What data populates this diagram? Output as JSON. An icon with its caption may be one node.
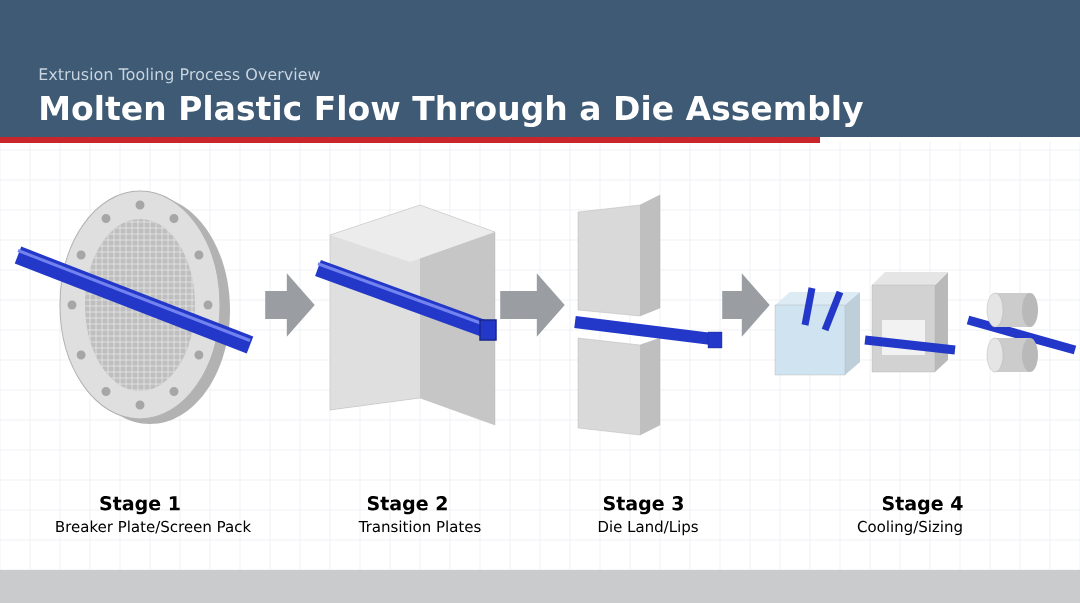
{
  "diagram": {
    "title": "Molten Plastic Flow Through a Die Assembly",
    "nodes": [
      {
        "text": [
          "Stage 1"
        ]
      },
      {
        "text": [
          "Stage 2"
        ]
      },
      {
        "text": [
          "Stage 3"
        ]
      },
      {
        "text": [
          "Stage 4"
        ]
      }
    ],
    "edges": [
      {
        "from": 0,
        "to": 1,
        "arrow": "to"
      },
      {
        "from": 1,
        "to": 2,
        "arrow": "to"
      },
      {
        "from": 2,
        "to": 3,
        "arrow": "to"
      }
    ],
    "labels": [
      "Extrusion Tooling Process Overview",
      "Breaker Plate/Screen Pack",
      "Transition Plates",
      "Die Land/Lips",
      "Cooling/Sizing"
    ]
  }
}
